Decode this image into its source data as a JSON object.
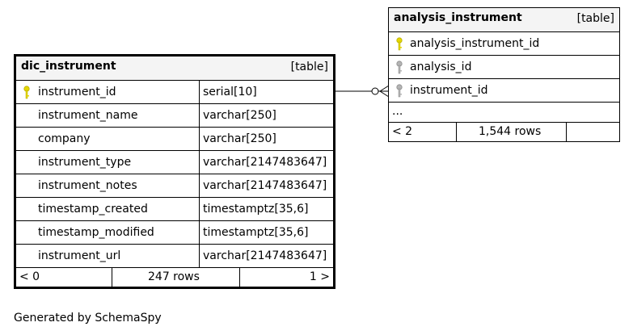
{
  "tables": {
    "dic_instrument": {
      "name": "dic_instrument",
      "kind": "[table]",
      "columns": [
        {
          "name": "instrument_id",
          "type": "serial[10]",
          "key": "primary"
        },
        {
          "name": "instrument_name",
          "type": "varchar[250]"
        },
        {
          "name": "company",
          "type": "varchar[250]"
        },
        {
          "name": "instrument_type",
          "type": "varchar[2147483647]"
        },
        {
          "name": "instrument_notes",
          "type": "varchar[2147483647]"
        },
        {
          "name": "timestamp_created",
          "type": "timestamptz[35,6]"
        },
        {
          "name": "timestamp_modified",
          "type": "timestamptz[35,6]"
        },
        {
          "name": "instrument_url",
          "type": "varchar[2147483647]"
        }
      ],
      "footer": {
        "parents": "< 0",
        "rows": "247 rows",
        "children": "1 >"
      }
    },
    "analysis_instrument": {
      "name": "analysis_instrument",
      "kind": "[table]",
      "columns": [
        {
          "name": "analysis_instrument_id",
          "key": "primary"
        },
        {
          "name": "analysis_id",
          "key": "foreign"
        },
        {
          "name": "instrument_id",
          "key": "foreign"
        }
      ],
      "more": "...",
      "footer": {
        "parents": "< 2",
        "rows": "1,544 rows",
        "children": ""
      }
    }
  },
  "colors": {
    "primary_key": "#e6d800",
    "foreign_key": "#b4b4b4",
    "header_bg": "#f4f4f4"
  },
  "generated_by": "Generated by SchemaSpy"
}
